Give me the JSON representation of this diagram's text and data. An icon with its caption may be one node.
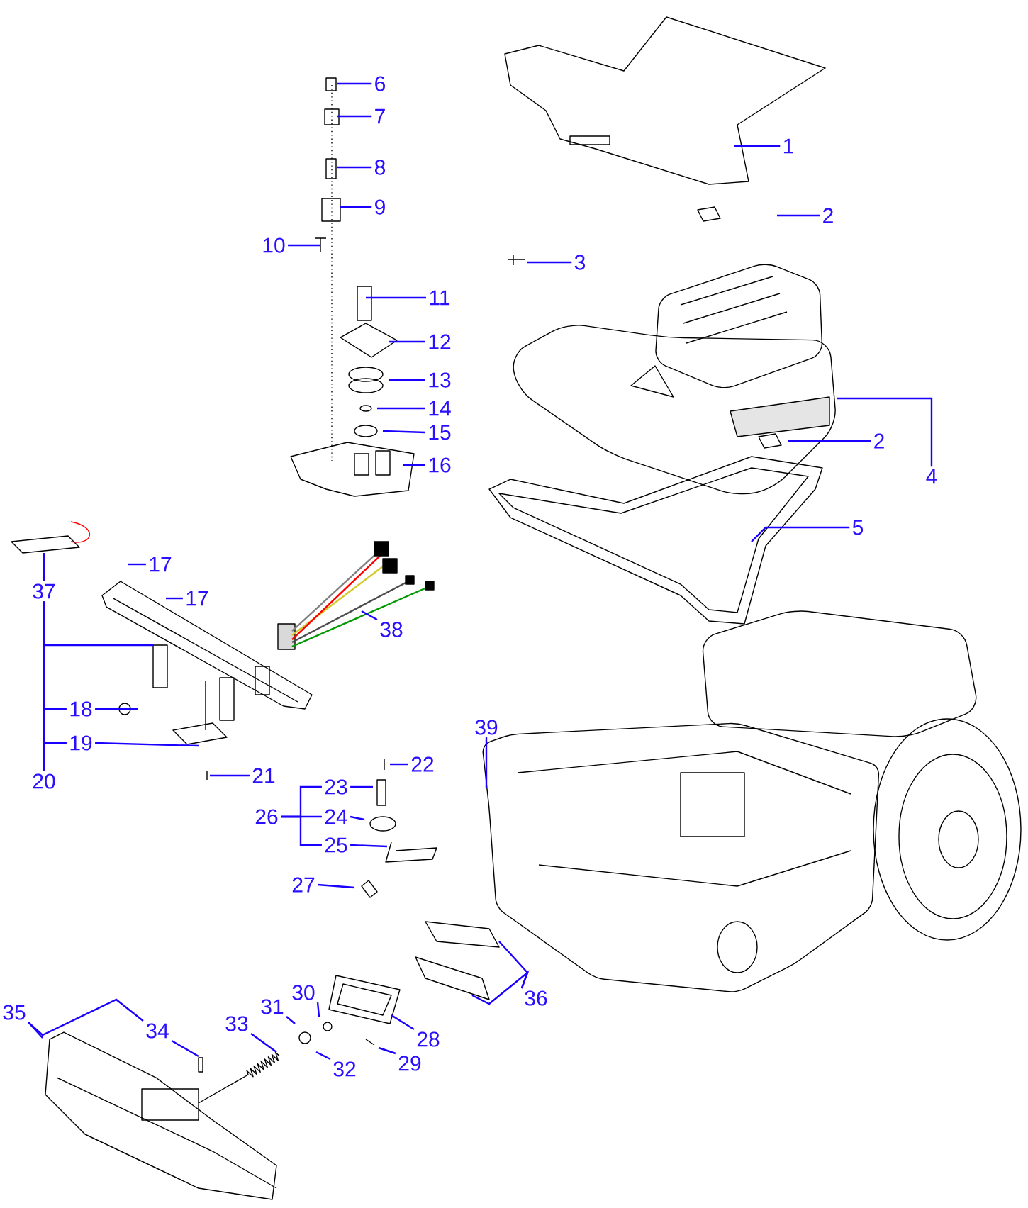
{
  "diagram": {
    "nodes": [
      {
        "text": [
          "1"
        ]
      },
      {
        "text": [
          "2"
        ]
      },
      {
        "text": [
          "3"
        ]
      },
      {
        "text": [
          "2"
        ]
      },
      {
        "text": [
          "4"
        ]
      },
      {
        "text": [
          "5"
        ]
      },
      {
        "text": [
          "6"
        ]
      },
      {
        "text": [
          "7"
        ]
      },
      {
        "text": [
          "8"
        ]
      },
      {
        "text": [
          "9"
        ]
      },
      {
        "text": [
          "10"
        ]
      },
      {
        "text": [
          "11"
        ]
      },
      {
        "text": [
          "12"
        ]
      },
      {
        "text": [
          "13"
        ]
      },
      {
        "text": [
          "14"
        ]
      },
      {
        "text": [
          "15"
        ]
      },
      {
        "text": [
          "16"
        ]
      },
      {
        "text": [
          "17"
        ]
      },
      {
        "text": [
          "17"
        ]
      },
      {
        "text": [
          "37"
        ]
      },
      {
        "text": [
          "38"
        ]
      },
      {
        "text": [
          "18"
        ]
      },
      {
        "text": [
          "19"
        ]
      },
      {
        "text": [
          "20"
        ]
      },
      {
        "text": [
          "21"
        ]
      },
      {
        "text": [
          "22"
        ]
      },
      {
        "text": [
          "39"
        ]
      },
      {
        "text": [
          "23"
        ]
      },
      {
        "text": [
          "24"
        ]
      },
      {
        "text": [
          "26"
        ]
      },
      {
        "text": [
          "25"
        ]
      },
      {
        "text": [
          "27"
        ]
      },
      {
        "text": [
          "36"
        ]
      },
      {
        "text": [
          "30"
        ]
      },
      {
        "text": [
          "35"
        ]
      },
      {
        "text": [
          "31"
        ]
      },
      {
        "text": [
          "34"
        ]
      },
      {
        "text": [
          "33"
        ]
      },
      {
        "text": [
          "28"
        ]
      },
      {
        "text": [
          "29"
        ]
      },
      {
        "text": [
          "32"
        ]
      }
    ],
    "edges": [
      {
        "from": 0,
        "to": null,
        "arrow": "none"
      },
      {
        "from": 1,
        "to": null,
        "arrow": "none"
      },
      {
        "from": 2,
        "to": null,
        "arrow": "none"
      },
      {
        "from": 3,
        "to": null,
        "arrow": "none"
      },
      {
        "from": 4,
        "to": null,
        "arrow": "none"
      },
      {
        "from": 5,
        "to": null,
        "arrow": "none"
      },
      {
        "from": 6,
        "to": null,
        "arrow": "none"
      },
      {
        "from": 7,
        "to": null,
        "arrow": "none"
      },
      {
        "from": 8,
        "to": null,
        "arrow": "none"
      },
      {
        "from": 9,
        "to": null,
        "arrow": "none"
      },
      {
        "from": 10,
        "to": null,
        "arrow": "none"
      },
      {
        "from": 11,
        "to": null,
        "arrow": "none"
      },
      {
        "from": 12,
        "to": null,
        "arrow": "none"
      },
      {
        "from": 13,
        "to": null,
        "arrow": "none"
      },
      {
        "from": 14,
        "to": null,
        "arrow": "none"
      },
      {
        "from": 15,
        "to": null,
        "arrow": "none"
      },
      {
        "from": 16,
        "to": null,
        "arrow": "none"
      },
      {
        "from": 17,
        "to": null,
        "arrow": "none"
      },
      {
        "from": 18,
        "to": null,
        "arrow": "none"
      },
      {
        "from": 19,
        "to": null,
        "arrow": "none"
      },
      {
        "from": 20,
        "to": null,
        "arrow": "none"
      },
      {
        "from": 21,
        "to": null,
        "arrow": "none"
      },
      {
        "from": 22,
        "to": null,
        "arrow": "none"
      },
      {
        "from": 23,
        "to": 19,
        "arrow": "none"
      },
      {
        "from": 23,
        "to": null,
        "arrow": "none"
      },
      {
        "from": 23,
        "to": 21,
        "arrow": "none"
      },
      {
        "from": 23,
        "to": 22,
        "arrow": "none"
      },
      {
        "from": 24,
        "to": null,
        "arrow": "none"
      },
      {
        "from": 25,
        "to": null,
        "arrow": "none"
      },
      {
        "from": 26,
        "to": null,
        "arrow": "none"
      },
      {
        "from": 29,
        "to": 27,
        "arrow": "none"
      },
      {
        "from": 29,
        "to": 28,
        "arrow": "none"
      },
      {
        "from": 29,
        "to": 30,
        "arrow": "none"
      },
      {
        "from": 27,
        "to": null,
        "arrow": "none"
      },
      {
        "from": 28,
        "to": null,
        "arrow": "none"
      },
      {
        "from": 30,
        "to": null,
        "arrow": "none"
      },
      {
        "from": 31,
        "to": null,
        "arrow": "none"
      },
      {
        "from": 32,
        "to": null,
        "arrow": "none"
      },
      {
        "from": 32,
        "to": null,
        "arrow": "none"
      },
      {
        "from": 33,
        "to": null,
        "arrow": "none"
      },
      {
        "from": 34,
        "to": null,
        "arrow": "none"
      },
      {
        "from": 34,
        "to": 36,
        "arrow": "none"
      },
      {
        "from": 35,
        "to": null,
        "arrow": "none"
      },
      {
        "from": 36,
        "to": null,
        "arrow": "none"
      },
      {
        "from": 37,
        "to": null,
        "arrow": "none"
      },
      {
        "from": 38,
        "to": null,
        "arrow": "none"
      },
      {
        "from": 39,
        "to": null,
        "arrow": "none"
      },
      {
        "from": 40,
        "to": null,
        "arrow": "none"
      }
    ]
  }
}
